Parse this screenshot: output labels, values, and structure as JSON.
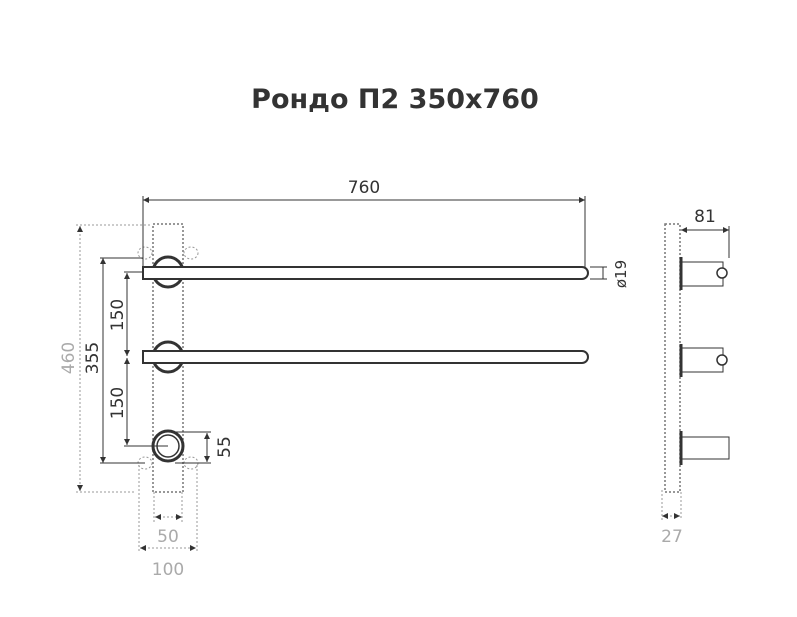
{
  "title": "Рондо П2 350x760",
  "dimensions": {
    "width": "760",
    "height_total": "460",
    "height_mount": "355",
    "spacing_top": "150",
    "spacing_bottom": "150",
    "bottom_offset": "55",
    "post_width": "50",
    "bracket_width": "100",
    "tube_diameter": "ø19",
    "depth": "81",
    "wall_depth": "27"
  },
  "colors": {
    "line": "#333333",
    "secondary": "#aaaaaa"
  }
}
